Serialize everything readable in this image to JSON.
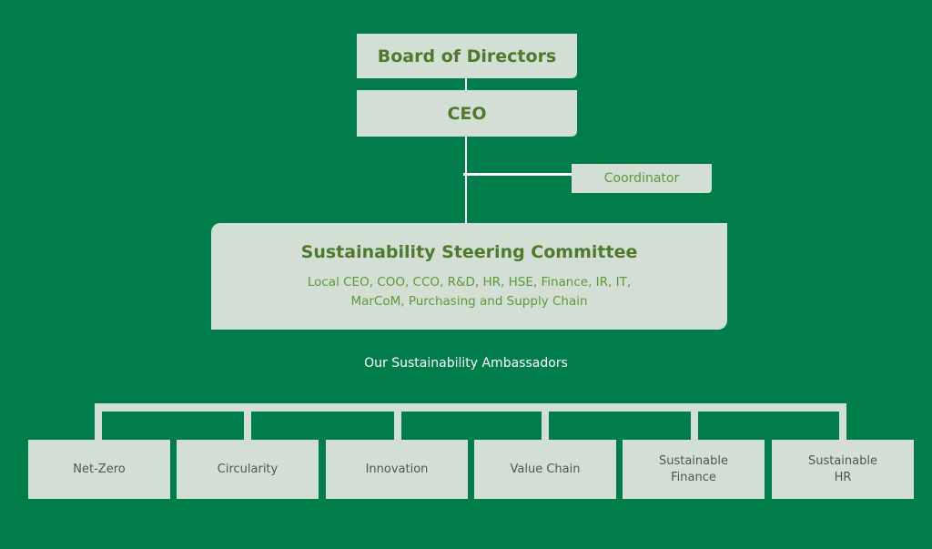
{
  "org": {
    "board": "Board of Directors",
    "ceo": "CEO",
    "coordinator": "Coordinator",
    "committee": {
      "title": "Sustainability Steering Committee",
      "members_line1": "Local CEO, COO, CCO, R&D, HR, HSE, Finance, IR, IT,",
      "members_line2": "MarCoM, Purchasing and Supply Chain"
    },
    "ambassadors": {
      "title": "Our Sustainability Ambassadors",
      "items": [
        {
          "line1": "Net-Zero",
          "line2": ""
        },
        {
          "line1": "Circularity",
          "line2": ""
        },
        {
          "line1": "Innovation",
          "line2": ""
        },
        {
          "line1": "Value Chain",
          "line2": ""
        },
        {
          "line1": "Sustainable",
          "line2": "Finance"
        },
        {
          "line1": "Sustainable",
          "line2": "HR"
        }
      ]
    }
  },
  "colors": {
    "background": "#007d4a",
    "box": "#d3ded4",
    "title_text": "#4f7a2e",
    "accent_text": "#5e9a3b",
    "connector": "#ffffff"
  }
}
